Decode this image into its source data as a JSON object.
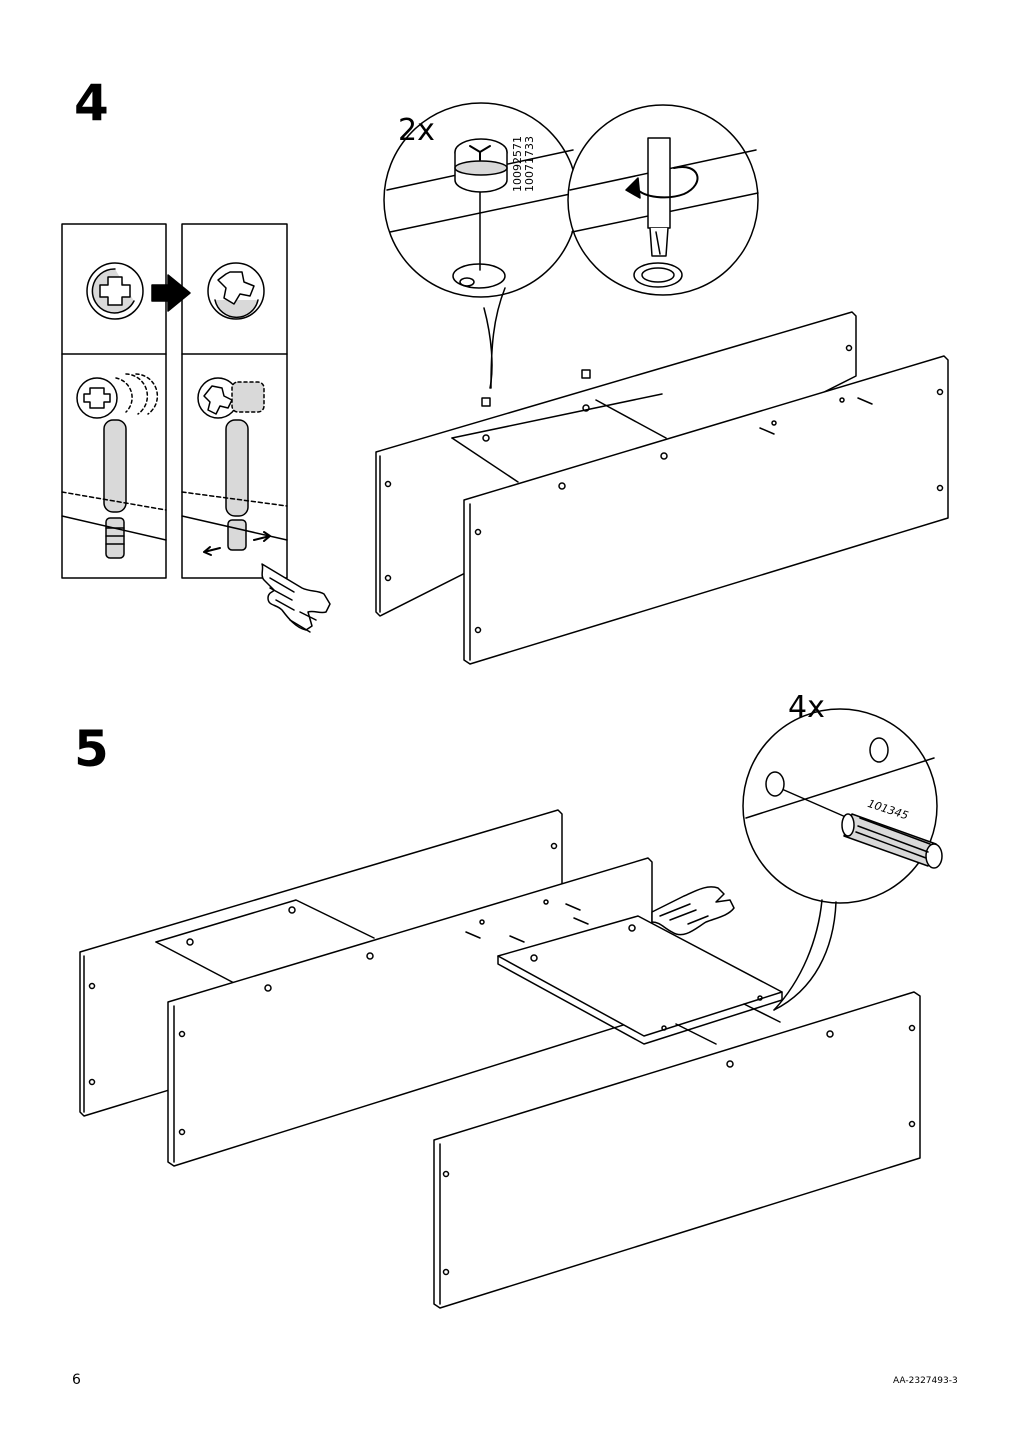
{
  "page": {
    "page_number": "6",
    "document_code": "AA-2327493-3"
  },
  "steps": [
    {
      "number": "4",
      "quantity": "2x",
      "part_numbers": [
        "10092571",
        "10071733"
      ],
      "icons": [
        "cam-lock-open-icon",
        "arrow-right-icon",
        "cam-lock-closed-icon",
        "cam-fitting-icon",
        "screwdriver-icon",
        "hand-push-icon",
        "side-panel-icon"
      ]
    },
    {
      "number": "5",
      "quantity": "4x",
      "part_numbers": [
        "101345"
      ],
      "icons": [
        "dowel-icon",
        "hand-push-icon",
        "shelf-panel-icon",
        "side-panel-icon"
      ]
    }
  ],
  "colors": {
    "line": "#000000",
    "fill_gray": "#d9d9d9",
    "paper": "#ffffff"
  }
}
